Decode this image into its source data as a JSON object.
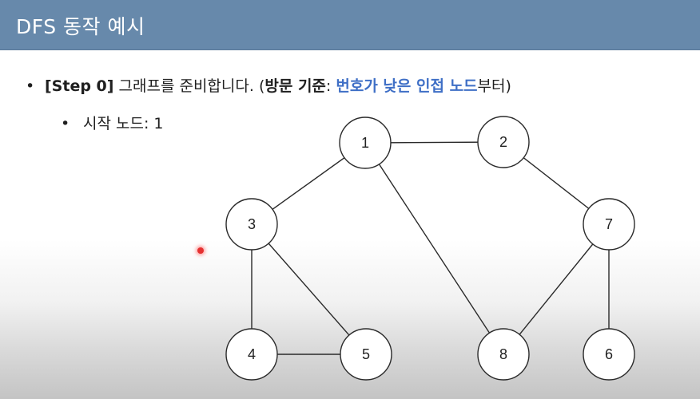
{
  "slide": {
    "title": "DFS 동작 예시",
    "bullet_marker": "•",
    "step_prefix": "[Step 0]",
    "step_text": " 그래프를 준비합니다. (",
    "criteria_label": "방문 기준",
    "criteria_colon": ": ",
    "criteria_value": "번호가 낮은 인접 노드",
    "criteria_suffix": "부터)",
    "start_node_text": "시작 노드: 1"
  },
  "graph": {
    "nodes": [
      {
        "id": "1",
        "label": "1"
      },
      {
        "id": "2",
        "label": "2"
      },
      {
        "id": "3",
        "label": "3"
      },
      {
        "id": "4",
        "label": "4"
      },
      {
        "id": "5",
        "label": "5"
      },
      {
        "id": "6",
        "label": "6"
      },
      {
        "id": "7",
        "label": "7"
      },
      {
        "id": "8",
        "label": "8"
      }
    ],
    "edges": [
      [
        "1",
        "2"
      ],
      [
        "1",
        "3"
      ],
      [
        "1",
        "8"
      ],
      [
        "2",
        "7"
      ],
      [
        "3",
        "4"
      ],
      [
        "3",
        "5"
      ],
      [
        "4",
        "5"
      ],
      [
        "7",
        "8"
      ],
      [
        "7",
        "6"
      ]
    ]
  },
  "colors": {
    "title_bar": "#6789ab",
    "accent_text": "#3f6fc6",
    "pointer": "#e53030"
  }
}
